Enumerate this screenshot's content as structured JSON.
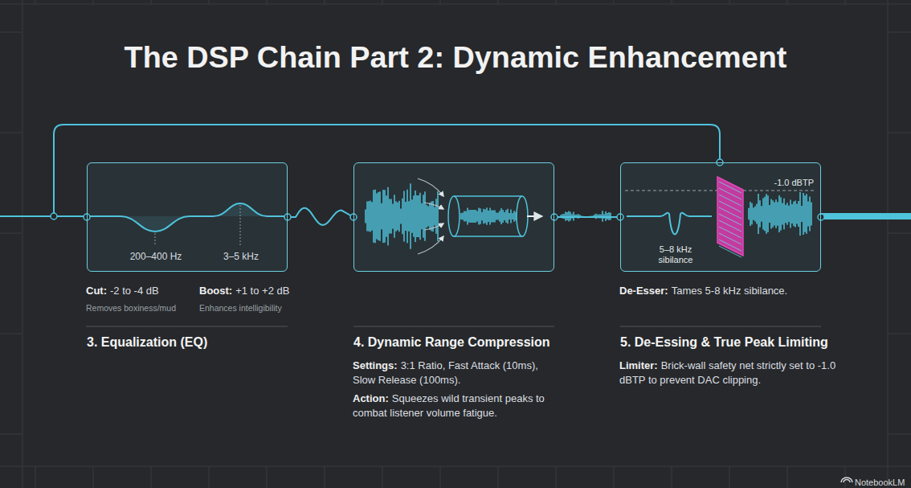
{
  "diagram": {
    "title": "The DSP Chain Part 2: Dynamic Enhancement",
    "nodes": [
      {
        "text": [
          "200–400 Hz",
          "3–5 kHz",
          "3. Equalization (EQ)"
        ]
      },
      {
        "text": [
          "4. Dynamic Range Compression"
        ]
      },
      {
        "text": [
          "-1.0 dBTP",
          "5–8 kHz sibilance",
          "5. De-Essing & True Peak Limiting"
        ]
      }
    ],
    "edges": [
      {
        "from": 0,
        "to": 1,
        "arrow": "none"
      },
      {
        "from": 1,
        "to": 2,
        "arrow": "none"
      }
    ],
    "labels": [
      "Cut:",
      "-2 to -4 dB",
      "Removes boxiness/mud",
      "Boost:",
      "+1 to +2 dB",
      "Enhances intelligibility",
      "De-Esser:",
      "Tames 5-8 kHz sibilance.",
      "Settings:",
      "3:1 Ratio, Fast Attack (10ms), Slow Release (100ms).",
      "Action:",
      "Squeezes wild transient peaks to combat listener volume fatigue.",
      "Limiter:",
      "Brick-wall safety net strictly set to -1.0 dBTP to prevent DAC clipping.",
      "NotebookLM"
    ]
  }
}
